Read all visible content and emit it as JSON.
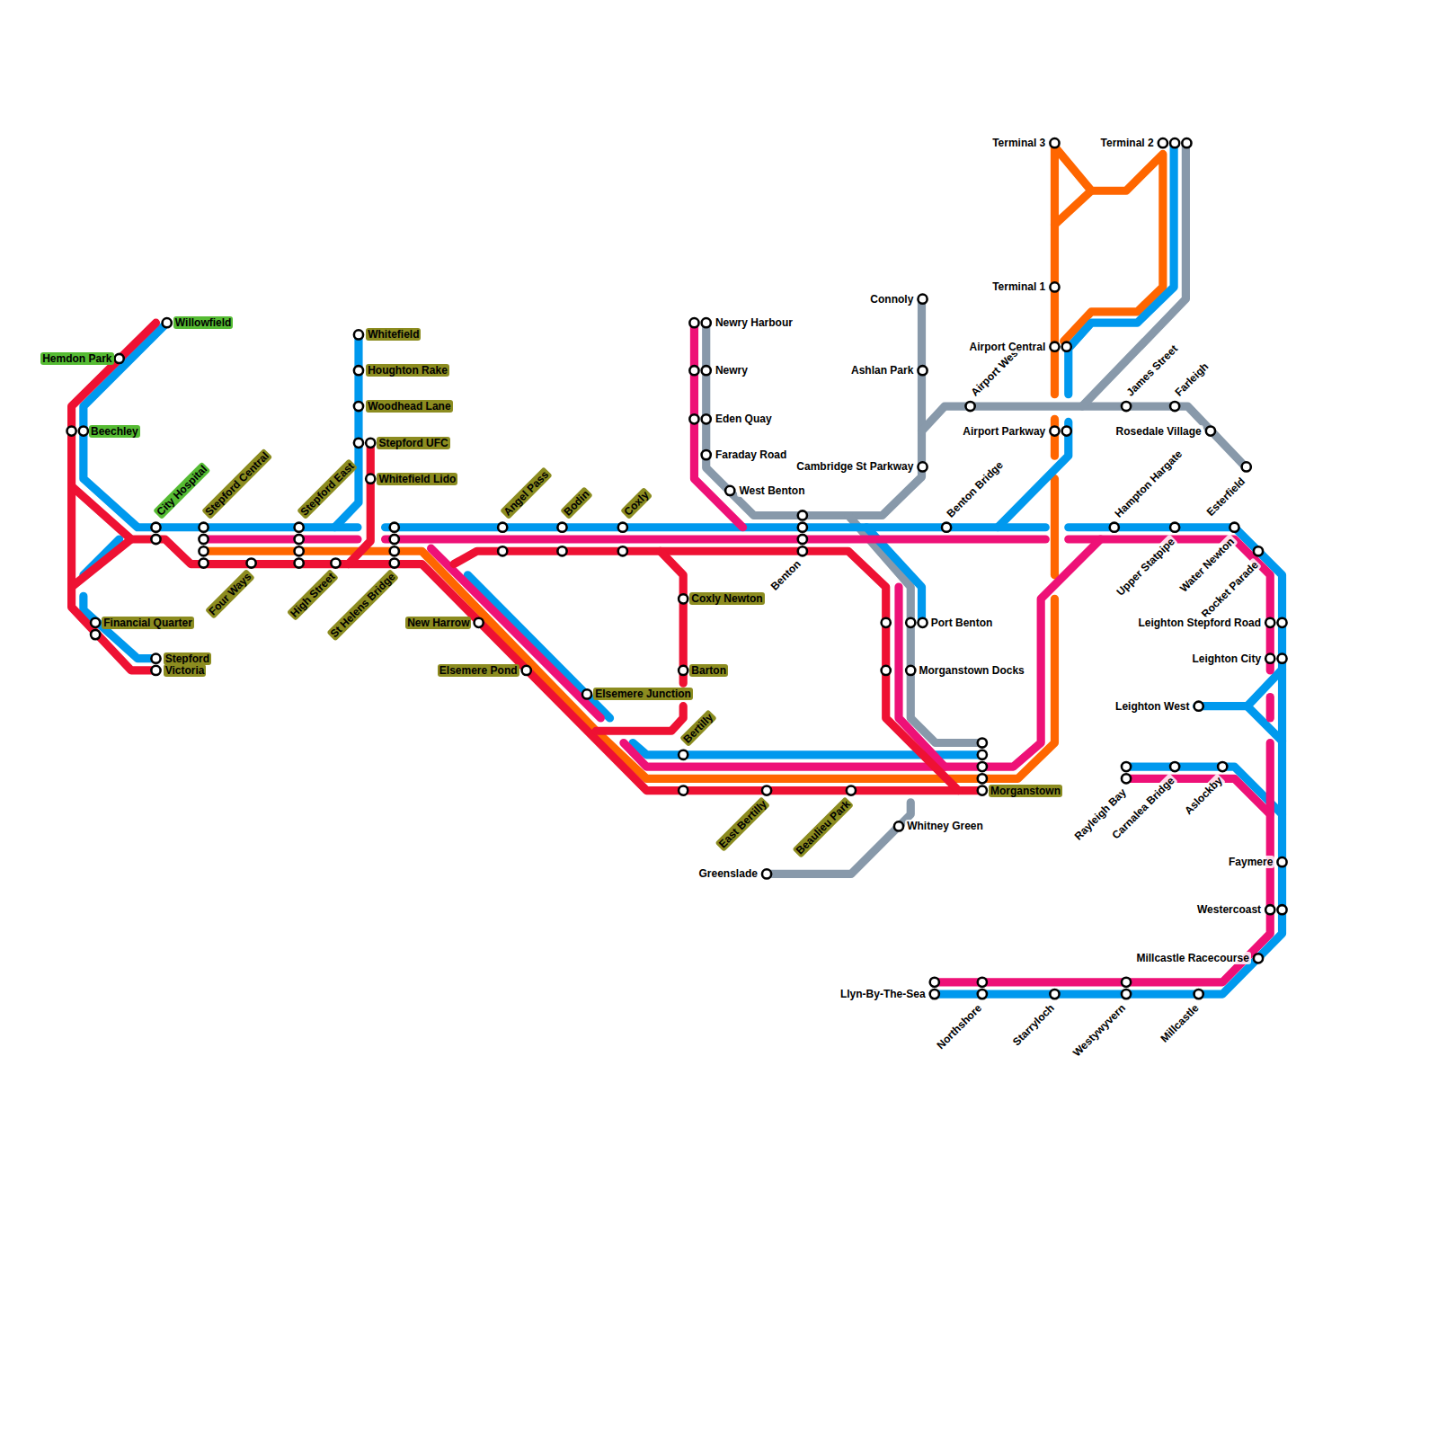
{
  "diagram": {
    "labels": [
      "Willowfield",
      "Hemdon Park",
      "Beechley",
      "City Hospital",
      "Stepford Central",
      "Financial Quarter",
      "Stepford",
      "Victoria",
      "Four Ways",
      "Whitefield",
      "Houghton Rake",
      "Woodhead Lane",
      "Stepford UFC",
      "Whitefield Lido",
      "Stepford East",
      "High Street",
      "St Helens Bridge",
      "Angel Pass",
      "Bodin",
      "Coxly",
      "New Harrow",
      "Elsemere Pond",
      "Elsemere Junction",
      "Coxly Newton",
      "Barton",
      "Bertilly",
      "East Bertilly",
      "Beaulieu Park",
      "Newry Harbour",
      "Newry",
      "Eden Quay",
      "Faraday Road",
      "West Benton",
      "Benton",
      "Port Benton",
      "Morganstown Docks",
      "Morganstown",
      "Whitney Green",
      "Greenslade",
      "Connoly",
      "Ashlan Park",
      "Cambridge St Parkway",
      "Airport West",
      "Benton Bridge",
      "Terminal 3",
      "Terminal 1",
      "Airport Central",
      "Airport Parkway",
      "Terminal 2",
      "James Street",
      "Farleigh",
      "Rosedale Village",
      "Esterfield",
      "Hampton Hargate",
      "Upper Statpipe",
      "Water Newton",
      "Rocket Parade",
      "Leighton Stepford Road",
      "Leighton City",
      "Leighton West",
      "Rayleigh Bay",
      "Carnalea Bridge",
      "Aslockby",
      "Faymere",
      "Westercoast",
      "Millcastle Racecourse",
      "Llyn-By-The-Sea",
      "Northshore",
      "Starryloch",
      "Westywyvern",
      "Millcastle"
    ]
  }
}
